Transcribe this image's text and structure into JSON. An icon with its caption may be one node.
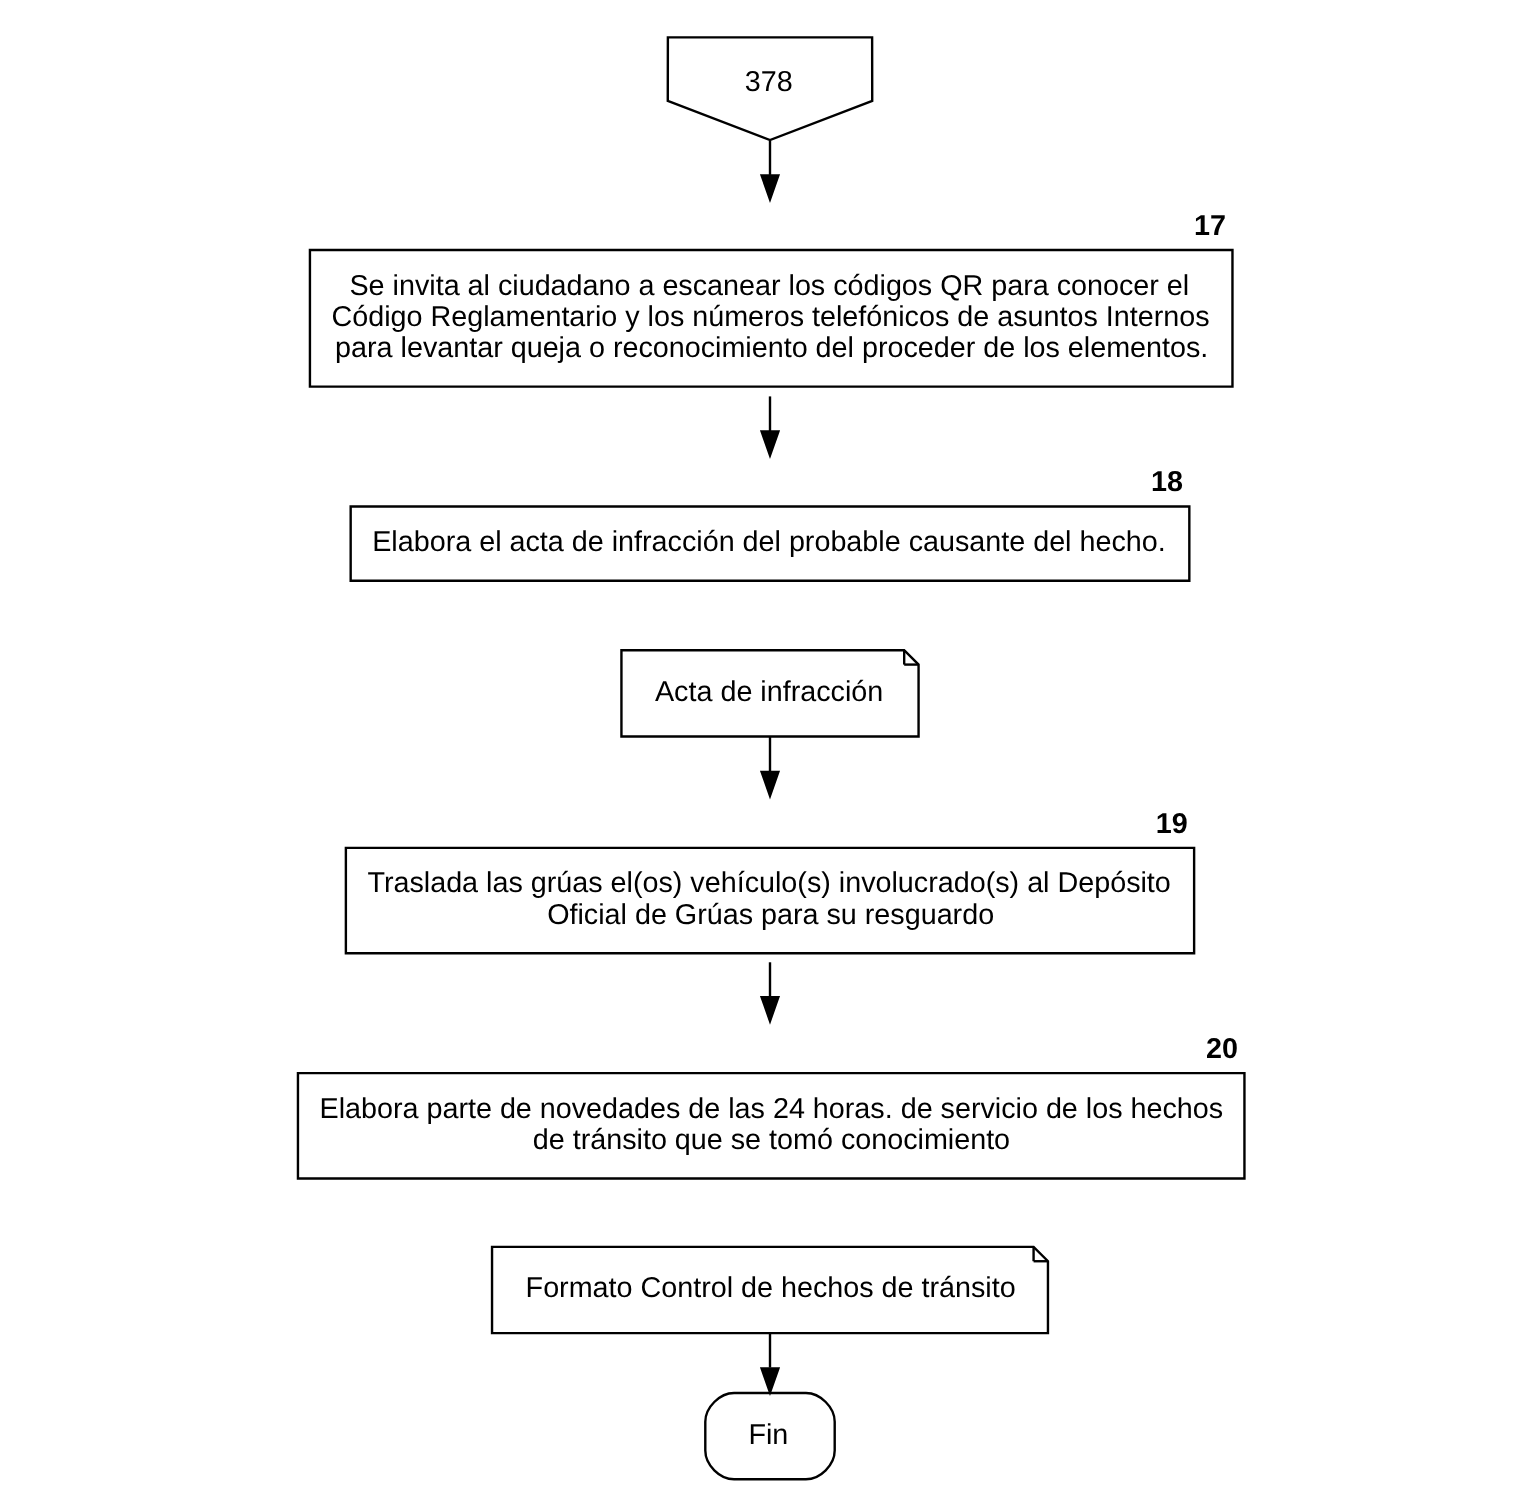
{
  "diagram": {
    "nodes": [
      {
        "text": [
          "378"
        ]
      },
      {
        "text": [
          "Se invita al ciudadano a escanear los códigos QR para conocer el Código Reglamentario y los números telefónicos de asuntos Internos para levantar queja o reconocimiento del proceder de los elementos."
        ],
        "beside": [
          "17"
        ]
      },
      {
        "text": [
          "Elabora el acta de infracción del probable causante del hecho."
        ],
        "beside": [
          "18"
        ]
      },
      {
        "text": [
          "Acta de infracción"
        ]
      },
      {
        "text": [
          "Traslada las grúas el(os) vehículo(s) involucrado(s) al Depósito Oficial de Grúas para su resguardo"
        ],
        "beside": [
          "19"
        ]
      },
      {
        "text": [
          "Elabora parte de novedades de las 24 horas. de servicio de los hechos de tránsito que se tomó conocimiento"
        ],
        "beside": [
          "20"
        ]
      },
      {
        "text": [
          "Formato Control de hechos de tránsito"
        ]
      },
      {
        "text": [
          "Fin"
        ]
      }
    ],
    "edges": [
      {
        "from": 0,
        "to": 1,
        "arrow": "to"
      },
      {
        "from": 1,
        "to": 2,
        "arrow": "to"
      },
      {
        "from": 3,
        "to": 4,
        "arrow": "to"
      },
      {
        "from": 4,
        "to": 5,
        "arrow": "to"
      },
      {
        "from": 6,
        "to": 7,
        "arrow": "to"
      }
    ]
  }
}
